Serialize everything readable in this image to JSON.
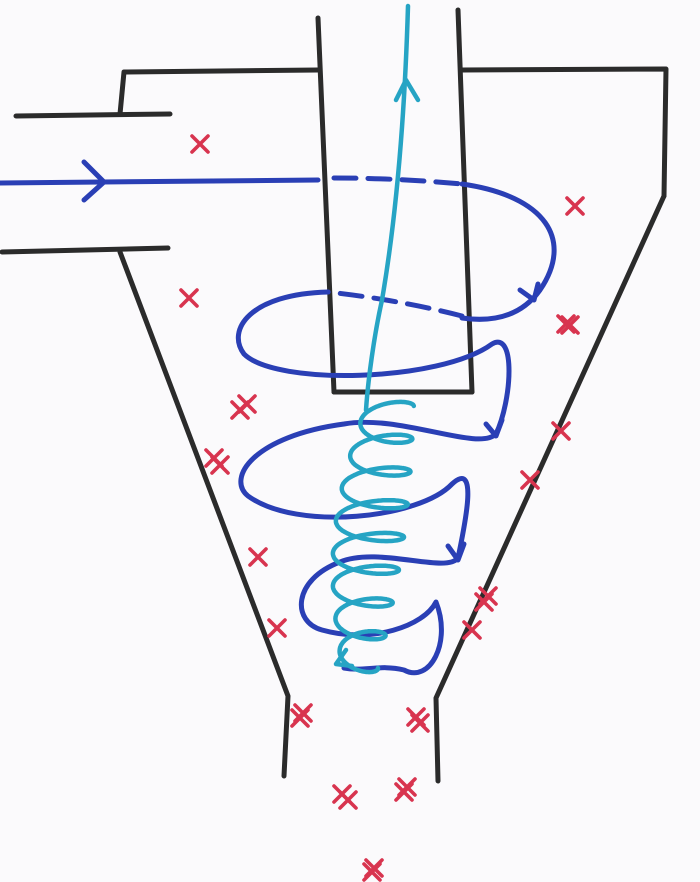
{
  "diagram": {
    "kind": "cyclone-separator-sketch",
    "labels": []
  },
  "colors": {
    "paper": "#fbfafc",
    "wall": "#2b2b2b",
    "outer_vortex": "#2a3fb5",
    "inner_vortex": "#26a4c4",
    "particles": "#d8344f"
  },
  "components": {
    "inlet_pipe": "inlet-pipe",
    "cyclone_body": "cyclone-body",
    "vortex_finder": "vortex-finder-tube",
    "dust_outlet": "dust-outlet",
    "outer_vortex": "outer-vortex-downward-spiral",
    "inner_vortex": "inner-vortex-upward-spiral",
    "particles": "dust-particles"
  },
  "particle_count": 26
}
